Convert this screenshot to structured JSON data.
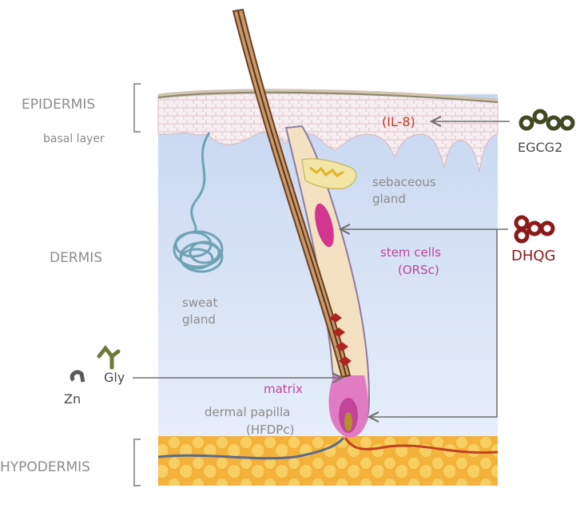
{
  "labels": {
    "epidermis": "EPIDERMIS",
    "basal_layer": "basal layer",
    "dermis": "DERMIS",
    "hypodermis": "HYPODERMIS",
    "il8": "(IL-8)",
    "egcg2": "EGCG2",
    "sebaceous_1": "sebaceous",
    "sebaceous_2": "gland",
    "dhqg": "DHQG",
    "stem_cells_1": "stem cells",
    "stem_cells_2": "(ORSc)",
    "sweat_1": "sweat",
    "sweat_2": "gland",
    "gly": "Gly",
    "zn": "Zn",
    "matrix": "matrix",
    "papilla_1": "dermal papilla",
    "papilla_2": "(HFDPc)"
  },
  "colors": {
    "layer_label": "#8c8c8c",
    "il8": "#c0392b",
    "egcg2_icon": "#3f4a23",
    "dhqg_icon": "#8b1a1a",
    "stem_cells": "#c2449a",
    "matrix": "#c2449a",
    "papilla": "#8a8a8a",
    "dermis_bg": "#d4e1f4",
    "hypodermis_bg": "#f6be45",
    "sweat_gland": "#6fa3b4",
    "hair_shaft": "#7a4a2a",
    "arrow": "#6f6f6f"
  },
  "icons": {
    "egcg2": "hexagon-chain-icon",
    "dhqg": "hexagon-cluster-icon",
    "gly": "glycine-molecule-icon",
    "zn": "zinc-molecule-icon"
  }
}
